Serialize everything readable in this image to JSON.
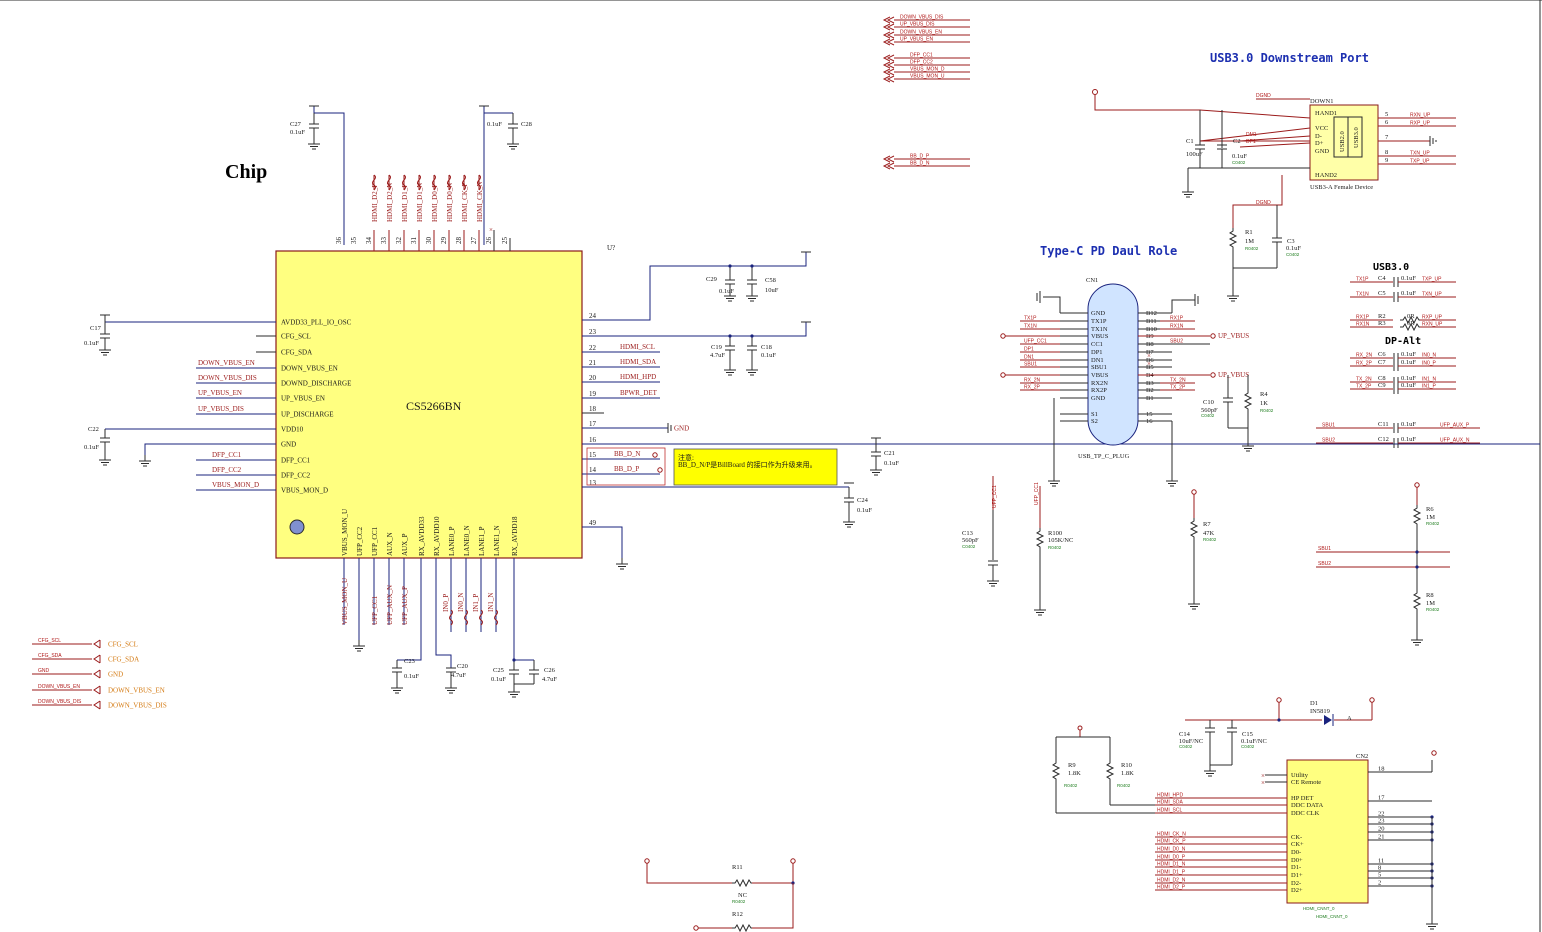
{
  "title": "Chip",
  "chip": {
    "designator": "U?",
    "name": "CS5266BN",
    "left_pins": [
      {
        "name": "AVDD33_PLL_IO_OSC",
        "net": ""
      },
      {
        "name": "CFG_SCL",
        "net": ""
      },
      {
        "name": "CFG_SDA",
        "net": ""
      },
      {
        "name": "DOWN_VBUS_EN",
        "net": "DOWN_VBUS_EN"
      },
      {
        "name": "DOWND_DISCHARGE",
        "net": "DOWN_VBUS_DIS"
      },
      {
        "name": "UP_VBUS_EN",
        "net": "UP_VBUS_EN"
      },
      {
        "name": "UP_DISCHARGE",
        "net": "UP_VBUS_DIS"
      },
      {
        "name": "VDD10",
        "net": ""
      },
      {
        "name": "GND",
        "net": ""
      },
      {
        "name": "DFP_CC1",
        "net": "DFP_CC1"
      },
      {
        "name": "DFP_CC2",
        "net": "DFP_CC2"
      },
      {
        "name": "VBUS_MON_D",
        "net": "VBUS_MON_D"
      }
    ],
    "right_pins": [
      {
        "num": "24",
        "net": ""
      },
      {
        "num": "23",
        "net": ""
      },
      {
        "num": "22",
        "net": "HDMI_SCL"
      },
      {
        "num": "21",
        "net": "HDMI_SDA"
      },
      {
        "num": "20",
        "net": "HDMI_HPD"
      },
      {
        "num": "19",
        "net": "BPWR_DET"
      },
      {
        "num": "18",
        "net": ""
      },
      {
        "num": "17",
        "net": "GND"
      },
      {
        "num": "16",
        "net": ""
      },
      {
        "num": "15",
        "net": "BB_D_N"
      },
      {
        "num": "14",
        "net": "BB_D_P"
      },
      {
        "num": "13",
        "net": ""
      },
      {
        "num": "49",
        "net": ""
      }
    ],
    "top_pins": [
      {
        "num": "36",
        "net": ""
      },
      {
        "num": "35",
        "net": ""
      },
      {
        "num": "34",
        "net": "HDMI_D2_P"
      },
      {
        "num": "33",
        "net": "HDMI_D2_N"
      },
      {
        "num": "32",
        "net": "HDMI_D1_P"
      },
      {
        "num": "31",
        "net": "HDMI_D1_N"
      },
      {
        "num": "30",
        "net": "HDMI_D0_P"
      },
      {
        "num": "29",
        "net": "HDMI_D0_N"
      },
      {
        "num": "28",
        "net": "HDMI_CK_P"
      },
      {
        "num": "27",
        "net": "HDMI_CK_N"
      },
      {
        "num": "26",
        "net": ""
      },
      {
        "num": "25",
        "net": ""
      }
    ],
    "bottom_pins": [
      {
        "name": "VBUS_MON_U",
        "net": "VBUS_MON_U"
      },
      {
        "name": "UFP_CC2",
        "net": ""
      },
      {
        "name": "UFP_CC1",
        "net": "UFP_CC1"
      },
      {
        "name": "AUX_N",
        "net": "UFP_AUX_N"
      },
      {
        "name": "AUX_P",
        "net": "UFP_AUX_P"
      },
      {
        "name": "RX_AVDD33",
        "net": ""
      },
      {
        "name": "RX_AVDD10",
        "net": ""
      },
      {
        "name": "LANE0_P",
        "net": "IN0_P"
      },
      {
        "name": "LANE0_N",
        "net": "IN0_N"
      },
      {
        "name": "LANE1_P",
        "net": "IN1_P"
      },
      {
        "name": "LANE1_N",
        "net": "IN1_N"
      },
      {
        "name": "RX_AVDD18",
        "net": ""
      }
    ],
    "note": "注意:\nBB_D_N/P是BillBoard 的接口作为升级来用。"
  },
  "caps_chip": [
    {
      "ref": "C27",
      "val": "0.1uF"
    },
    {
      "ref": "C28",
      "val": "0.1uF"
    },
    {
      "ref": "C17",
      "val": "0.1uF"
    },
    {
      "ref": "C22",
      "val": "0.1uF"
    },
    {
      "ref": "C29",
      "val": "0.1uF"
    },
    {
      "ref": "C58",
      "val": "10uF"
    },
    {
      "ref": "C19",
      "val": "4.7uF"
    },
    {
      "ref": "C18",
      "val": "0.1uF"
    },
    {
      "ref": "C21",
      "val": "0.1uF"
    },
    {
      "ref": "C24",
      "val": "0.1uF"
    },
    {
      "ref": "C23",
      "val": "0.1uF"
    },
    {
      "ref": "C20",
      "val": "4.7uF"
    },
    {
      "ref": "C25",
      "val": "0.1uF"
    },
    {
      "ref": "C26",
      "val": "4.7uF"
    }
  ],
  "ports_left": [
    {
      "net": "CFG_SCL",
      "label": "CFG_SCL"
    },
    {
      "net": "CFG_SDA",
      "label": "CFG_SDA"
    },
    {
      "net": "GND",
      "label": "GND"
    },
    {
      "net": "DOWN_VBUS_EN",
      "label": "DOWN_VBUS_EN"
    },
    {
      "net": "DOWN_VBUS_DIS",
      "label": "DOWN_VBUS_DIS"
    }
  ],
  "top_nets": [
    "DOWN_VBUS_DIS",
    "UP_VBUS_DIS",
    "DOWN_VBUS_EN",
    "UP_VBUS_EN",
    "DFP_CC1",
    "DFP_CC2",
    "VBUS_MON_D",
    "VBUS_MON_U",
    "BB_D_P",
    "BB_D_N"
  ],
  "usb3_down": {
    "title": "USB3.0 Downstream Port",
    "designator": "DOWN1",
    "device": "USB3-A Female Device",
    "pins_left": [
      "HAND1",
      "VCC",
      "D-",
      "D+",
      "GND",
      "HAND2"
    ],
    "inner": "USB2.0",
    "inner2": "USB3.0",
    "pin_nums": [
      "5",
      "6",
      "7",
      "8",
      "9"
    ],
    "nets_right": [
      "RXN_UP",
      "RXP_UP",
      "",
      "TXN_UP",
      "TXP_UP"
    ],
    "dgnd": "DGND",
    "c1": {
      "ref": "C1",
      "val": "100uF"
    },
    "c2": {
      "ref": "C2",
      "val": "0.1uF",
      "fp": "C0402"
    },
    "r1": {
      "ref": "R1",
      "val": "1M",
      "fp": "R0402"
    },
    "c3": {
      "ref": "C3",
      "val": "0.1uF",
      "fp": "C0402"
    },
    "dnets": [
      "DM1",
      "DP1"
    ]
  },
  "typec": {
    "title": "Type-C PD Daul Role",
    "designator": "CN1",
    "footprint": "USB_TP_C_PLUG",
    "left_pins": [
      "GND",
      "TX1P",
      "TX1N",
      "VBUS",
      "CC1",
      "DP1",
      "DN1",
      "SBU1",
      "VBUS",
      "RX2N",
      "RX2P",
      "GND",
      "S1",
      "S2"
    ],
    "right_pins": [
      "B12",
      "B11",
      "B10",
      "B9",
      "B8",
      "B7",
      "B6",
      "B5",
      "B4",
      "B3",
      "B2",
      "B1",
      "15",
      "16"
    ],
    "left_nets": [
      "TX1P",
      "TX1N",
      "UFP_CC1",
      "DP1",
      "DN1",
      "SBU1",
      "RX_2N",
      "RX_2P"
    ],
    "right_nets": [
      "RX1P",
      "RX1N",
      "SBU2",
      "TX_2N",
      "TX_2P"
    ],
    "up_vbus": "UP_VBUS",
    "c10": {
      "ref": "C10",
      "val": "560pF",
      "fp": "C0402"
    },
    "r4": {
      "ref": "R4",
      "val": "1K",
      "fp": "R0402"
    }
  },
  "usb30": {
    "title": "USB3.0",
    "rows": [
      {
        "lnet": "TX1P",
        "ref": "C4",
        "val": "0.1uF",
        "rnet": "TXP_UP"
      },
      {
        "lnet": "TX1N",
        "ref": "C5",
        "val": "0.1uF",
        "rnet": "TXN_UP"
      },
      {
        "lnet": "RX1P",
        "ref": "R2",
        "val": "0R",
        "rnet": "RXP_UP"
      },
      {
        "lnet": "RX1N",
        "ref": "R3",
        "val": "0R",
        "rnet": "RXN_UP"
      }
    ]
  },
  "dpalt": {
    "title": "DP-Alt",
    "rows": [
      {
        "lnet": "RX_2N",
        "ref": "C6",
        "val": "0.1uF",
        "rnet": "IN0_N"
      },
      {
        "lnet": "RX_2P",
        "ref": "C7",
        "val": "0.1uF",
        "rnet": "IN0_P"
      },
      {
        "lnet": "TX_2N",
        "ref": "C8",
        "val": "0.1uF",
        "rnet": "IN1_N"
      },
      {
        "lnet": "TX_2P",
        "ref": "C9",
        "val": "0.1uF",
        "rnet": "IN1_P"
      },
      {
        "lnet": "SBU1",
        "ref": "C11",
        "val": "0.1uF",
        "rnet": "UFP_AUX_P"
      },
      {
        "lnet": "SBU2",
        "ref": "C12",
        "val": "0.1uF",
        "rnet": "UFP_AUX_N"
      }
    ]
  },
  "misc": {
    "c13": {
      "ref": "C13",
      "val": "560pF",
      "fp": "C0402",
      "net": "UFP_CC1"
    },
    "r100": {
      "ref": "R100",
      "val": "105K/NC",
      "fp": "R0402",
      "net": "UFP_CC1"
    },
    "r7": {
      "ref": "R7",
      "val": "47K",
      "fp": "R0402"
    },
    "r6": {
      "ref": "R6",
      "val": "1M",
      "fp": "R0402"
    },
    "r8": {
      "ref": "R8",
      "val": "1M",
      "fp": "R0402"
    },
    "sbu_nets": [
      "SBU1",
      "SBU2"
    ]
  },
  "hdmi": {
    "designator": "CN2",
    "part": "HDMI_CNNT_0",
    "part2": "HDMI_CNNT_0",
    "d1": {
      "ref": "D1",
      "val": "IN5819",
      "a": "A"
    },
    "c14": {
      "ref": "C14",
      "val": "10uF/NC",
      "fp": "C0402"
    },
    "c15": {
      "ref": "C15",
      "val": "0.1uF/NC",
      "fp": "C0402"
    },
    "r9": {
      "ref": "R9",
      "val": "1.8K",
      "fp": "R0402"
    },
    "r10": {
      "ref": "R10",
      "val": "1.8K",
      "fp": "R0402"
    },
    "pins": [
      "Utility",
      "CE Remote",
      "HP DET",
      "DDC DATA",
      "DDC CLK",
      "CK-",
      "CK+",
      "D0-",
      "D0+",
      "D1-",
      "D1+",
      "D2-",
      "D2+"
    ],
    "nets": [
      "HDMI_HPD",
      "HDMI_SDA",
      "HDMI_SCL",
      "HDMI_CK_N",
      "HDMI_CK_P",
      "HDMI_D0_N",
      "HDMI_D0_P",
      "HDMI_D1_N",
      "HDMI_D1_P",
      "HDMI_D2_N",
      "HDMI_D2_P"
    ],
    "nums": [
      "18",
      "17",
      "22",
      "23",
      "20",
      "21",
      "11",
      "8",
      "5",
      "2"
    ]
  },
  "bottom": {
    "r11": {
      "ref": "R11",
      "val": "NC",
      "fp": "R0402"
    },
    "r12": {
      "ref": "R12",
      "val": ""
    }
  }
}
